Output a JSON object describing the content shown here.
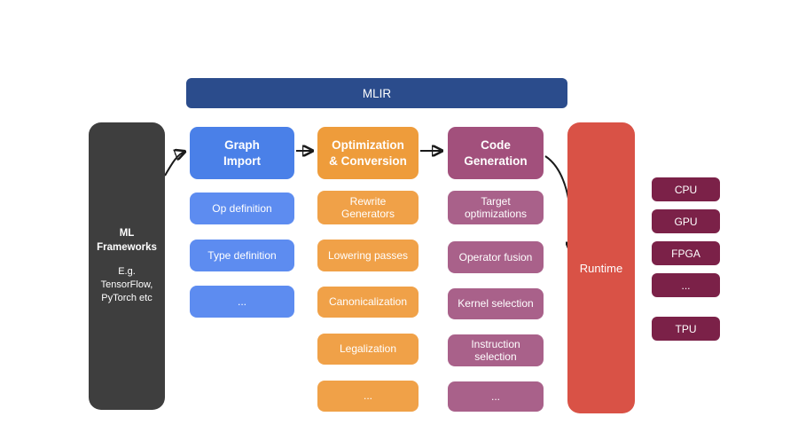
{
  "diagram": {
    "banner": {
      "label": "MLIR"
    },
    "frameworks": {
      "title": "ML\nFrameworks",
      "subtitle": "E.g.\nTensorFlow,\nPyTorch etc"
    },
    "columns": [
      {
        "header": "Graph\nImport",
        "items": [
          "Op definition",
          "Type definition",
          "..."
        ]
      },
      {
        "header": "Optimization\n& Conversion",
        "items": [
          "Rewrite\nGenerators",
          "Lowering passes",
          "Canonicalization",
          "Legalization",
          "..."
        ]
      },
      {
        "header": "Code\nGeneration",
        "items": [
          "Target\noptimizations",
          "Operator fusion",
          "Kernel selection",
          "Instruction\nselection",
          "..."
        ]
      }
    ],
    "runtime": {
      "label": "Runtime"
    },
    "targets": [
      "CPU",
      "GPU",
      "FPGA",
      "...",
      "TPU"
    ],
    "colors": {
      "banner": "#2b4c8c",
      "frameworks": "#3e3e3e",
      "blue_header": "#4a80e8",
      "blue_item": "#5d8cf0",
      "orange_header": "#ee9c3b",
      "orange_item": "#f0a148",
      "purple_header": "#a2507c",
      "purple_item": "#a9618a",
      "runtime": "#d95246",
      "target": "#7b2148"
    }
  }
}
